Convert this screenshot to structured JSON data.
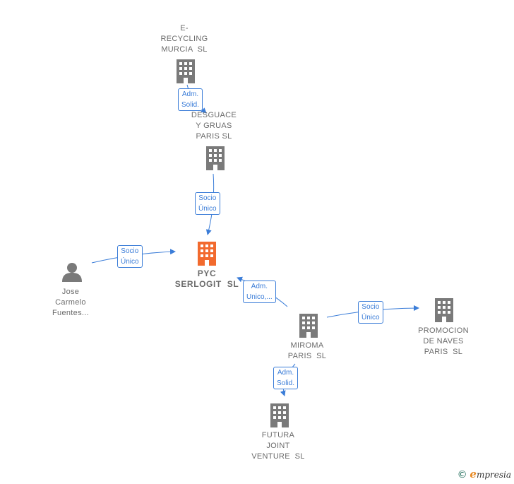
{
  "nodes": {
    "e_recycling": {
      "label": "E-\nRECYCLING\nMURCIA  SL",
      "type": "company"
    },
    "desguace": {
      "label": "DESGUACE\nY GRUAS\nPARIS SL",
      "type": "company"
    },
    "pyc": {
      "label": "PYC\nSERLOGIT  SL",
      "type": "company-main"
    },
    "jose": {
      "label": "Jose\nCarmelo\nFuentes...",
      "type": "person"
    },
    "miroma": {
      "label": "MIROMA\nPARIS  SL",
      "type": "company"
    },
    "promocion": {
      "label": "PROMOCION\nDE NAVES\nPARIS  SL",
      "type": "company"
    },
    "futura": {
      "label": "FUTURA\nJOINT\nVENTURE  SL",
      "type": "company"
    }
  },
  "relations": {
    "r1": "Adm.\nSolid.",
    "r2": "Socio\nÚnico",
    "r3": "Socio\nÚnico",
    "r4": "Adm.\nUnico,...",
    "r5": "Socio\nÚnico",
    "r6": "Adm.\nSolid."
  },
  "colors": {
    "company": "#7a7a7a",
    "main": "#f26a2e",
    "edge": "#3b7dd8"
  },
  "footer": {
    "copyright": "©",
    "brand_initial": "e",
    "brand_rest": "mpresia"
  }
}
